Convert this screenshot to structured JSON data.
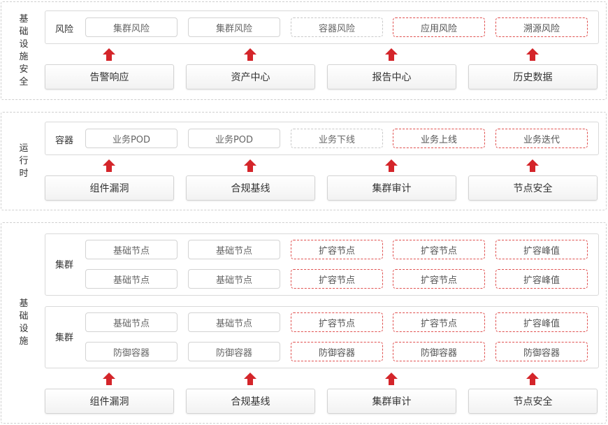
{
  "sections": {
    "security": {
      "label": "基础设施安全"
    },
    "runtime": {
      "label": "运行时"
    },
    "infra": {
      "label": "基础设施"
    }
  },
  "risk_panel": {
    "title": "风险",
    "chips": [
      "集群风险",
      "集群风险",
      "容器风险",
      "应用风险",
      "溯源风险"
    ],
    "chip_styles": [
      "solid",
      "solid",
      "gray",
      "red",
      "red"
    ]
  },
  "security_cards": [
    "告警响应",
    "资产中心",
    "报告中心",
    "历史数据"
  ],
  "container_panel": {
    "title": "容器",
    "chips": [
      "业务POD",
      "业务POD",
      "业务下线",
      "业务上线",
      "业务迭代"
    ],
    "chip_styles": [
      "solid",
      "solid",
      "gray",
      "red",
      "red"
    ]
  },
  "runtime_cards": [
    "组件漏洞",
    "合规基线",
    "集群审计",
    "节点安全"
  ],
  "cluster_panel_1": {
    "title": "集群",
    "row1": [
      "基础节点",
      "基础节点",
      "扩容节点",
      "扩容节点",
      "扩容峰值"
    ],
    "row2": [
      "基础节点",
      "基础节点",
      "扩容节点",
      "扩容节点",
      "扩容峰值"
    ]
  },
  "cluster_panel_2": {
    "title": "集群",
    "row1": [
      "基础节点",
      "基础节点",
      "扩容节点",
      "扩容节点",
      "扩容峰值"
    ],
    "row2": [
      "防御容器",
      "防御容器",
      "防御容器",
      "防御容器",
      "防御容器"
    ]
  },
  "infra_cards": [
    "组件漏洞",
    "合规基线",
    "集群审计",
    "节点安全"
  ],
  "colors": {
    "accent_red": "#d4252a",
    "dashed_red": "#e0504f",
    "border_gray": "#d3d3d3"
  },
  "icons": {
    "arrow": "arrow-up-icon"
  }
}
